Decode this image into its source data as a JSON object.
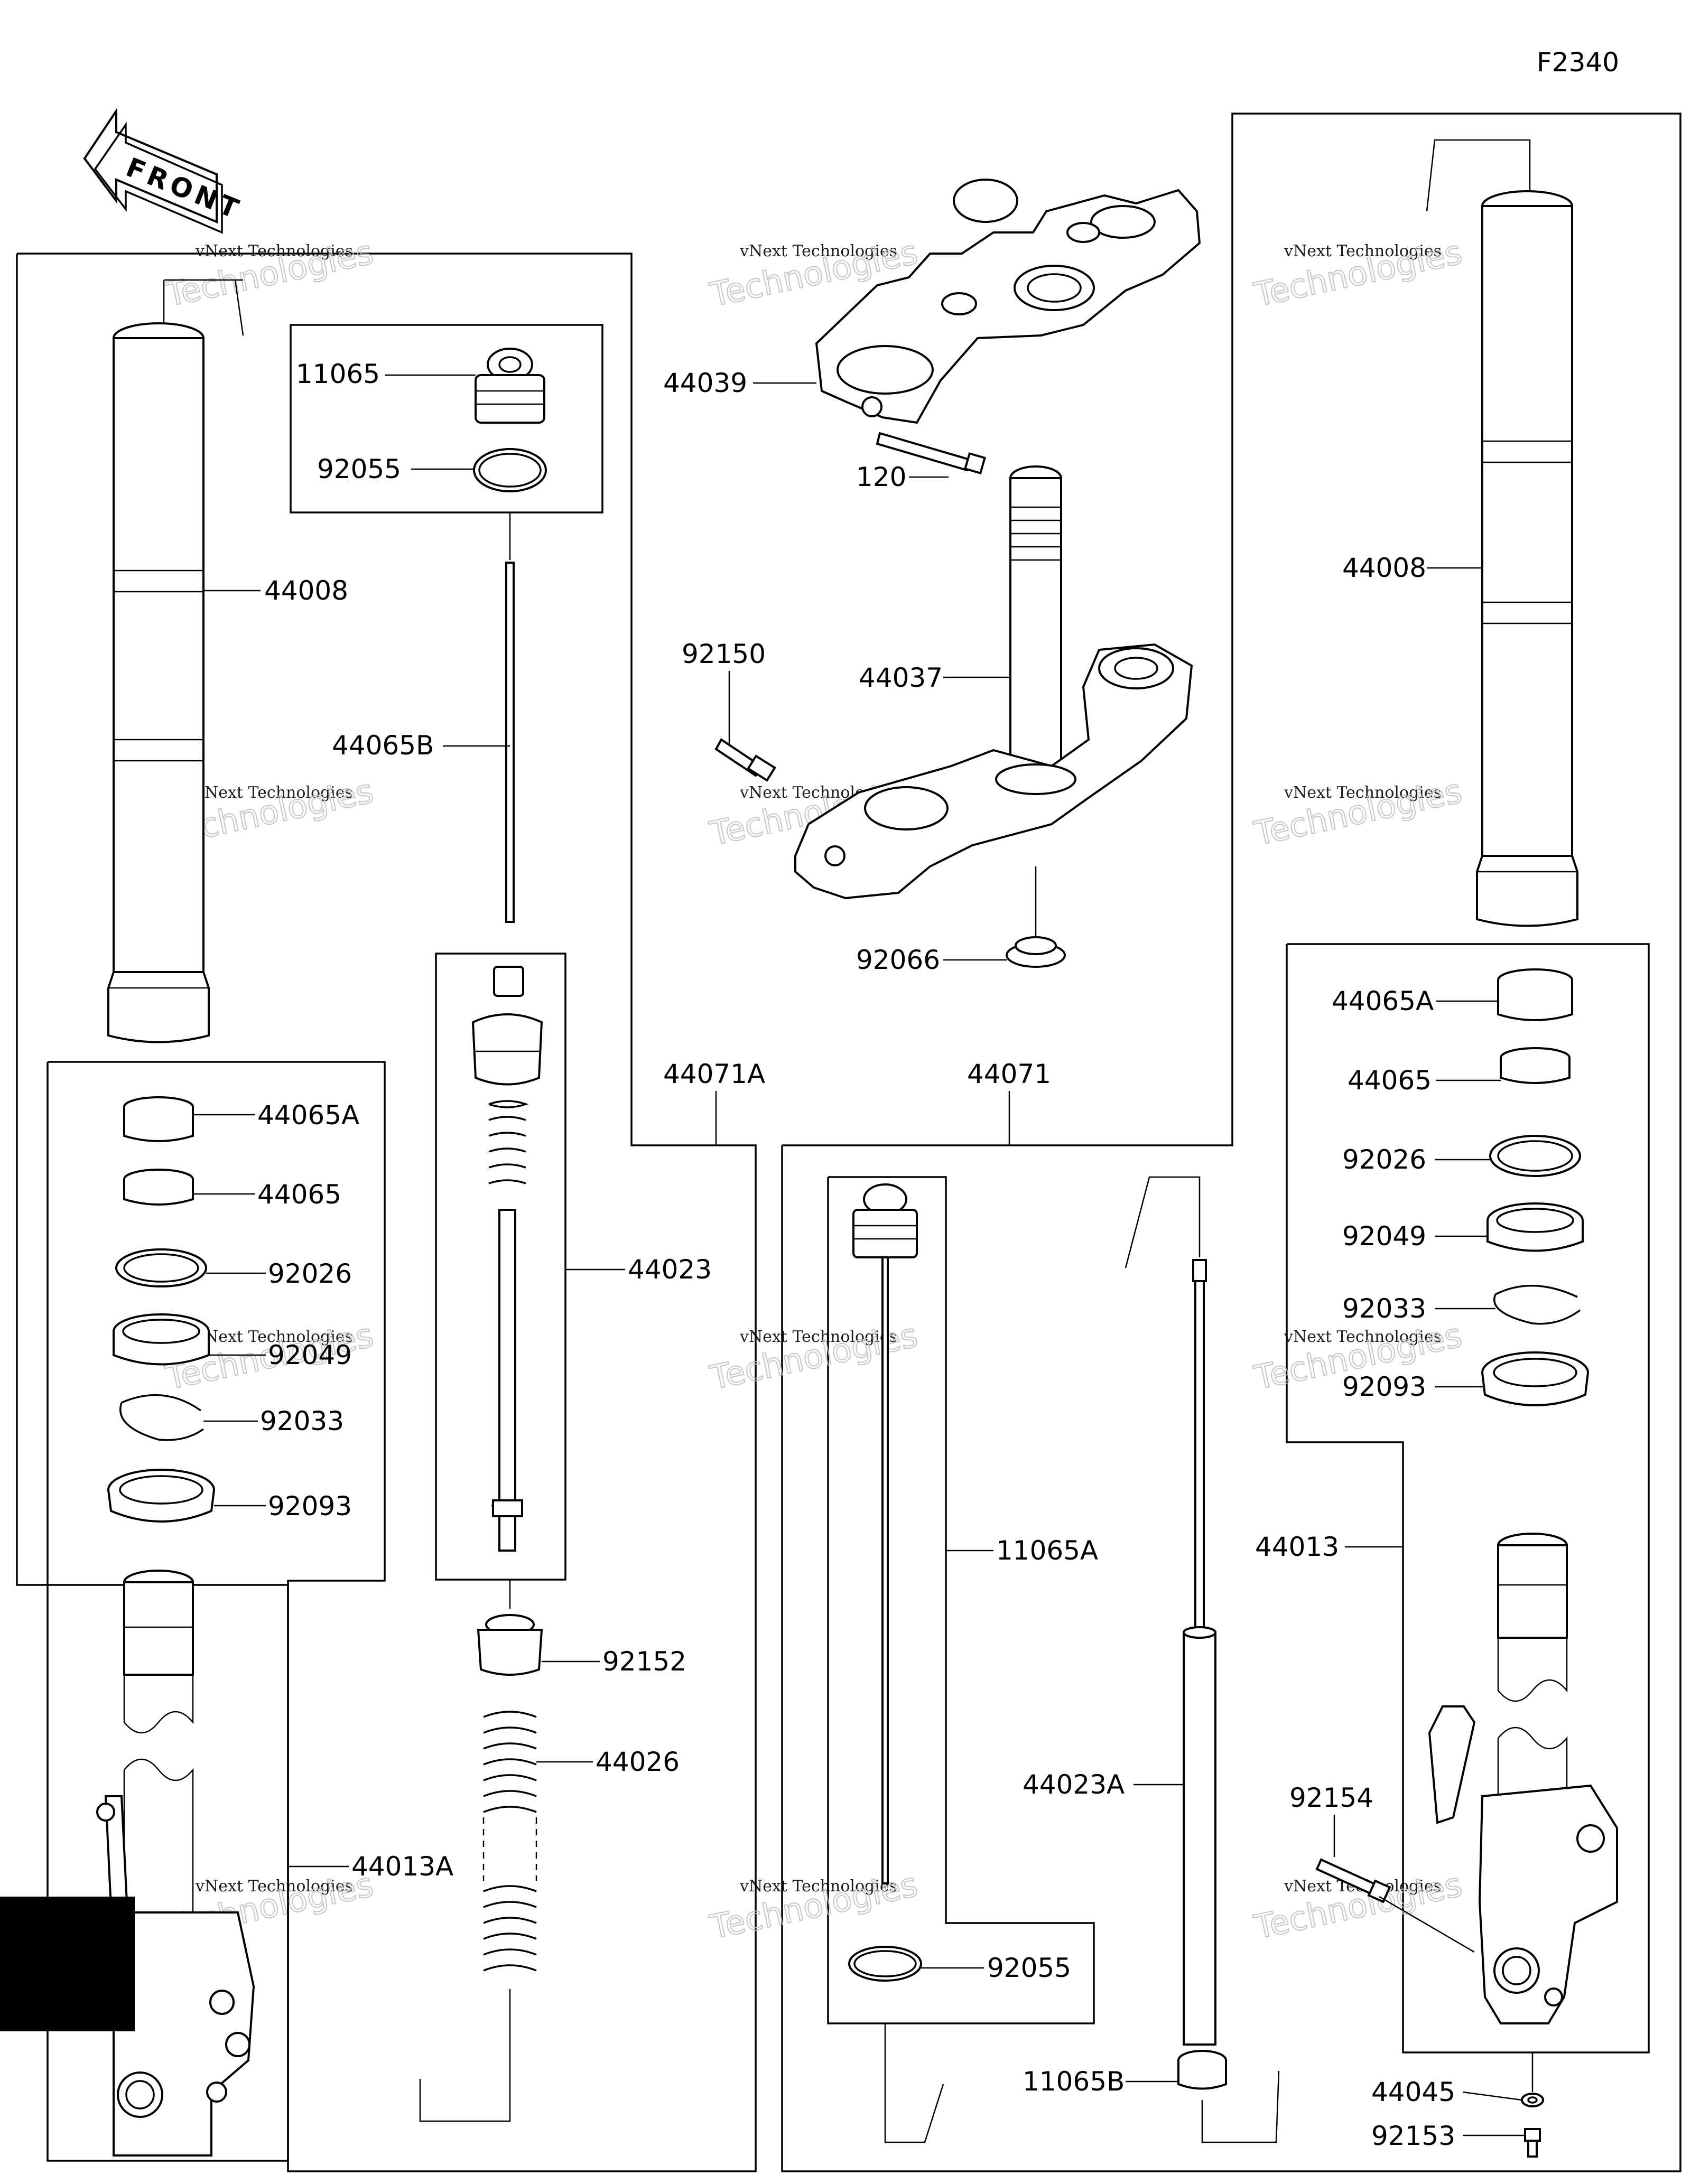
{
  "figure_code": "F2340",
  "front_label": "FRONT",
  "watermark": {
    "line1": "vNext Technologies",
    "line2": "Technologies"
  },
  "callouts": {
    "c11065": "11065",
    "c92055": "92055",
    "c44008": "44008",
    "c44065B": "44065B",
    "c44065A": "44065A",
    "c44065": "44065",
    "c92026": "92026",
    "c92049": "92049",
    "c92033": "92033",
    "c92093": "92093",
    "c44013A": "44013A",
    "c44023": "44023",
    "c92152": "92152",
    "c44026": "44026",
    "c44071A": "44071A",
    "c44039": "44039",
    "c120": "120",
    "c92150": "92150",
    "c44037": "44037",
    "c92066": "92066",
    "c44071": "44071",
    "c11065A": "11065A",
    "c92055b": "92055",
    "c44023A": "44023A",
    "c11065B": "11065B",
    "c44008r": "44008",
    "c44065Ar": "44065A",
    "c44065r": "44065",
    "c92026r": "92026",
    "c92049r": "92049",
    "c92033r": "92033",
    "c92093r": "92093",
    "c44013": "44013",
    "c92154": "92154",
    "c44045": "44045",
    "c92153": "92153"
  }
}
